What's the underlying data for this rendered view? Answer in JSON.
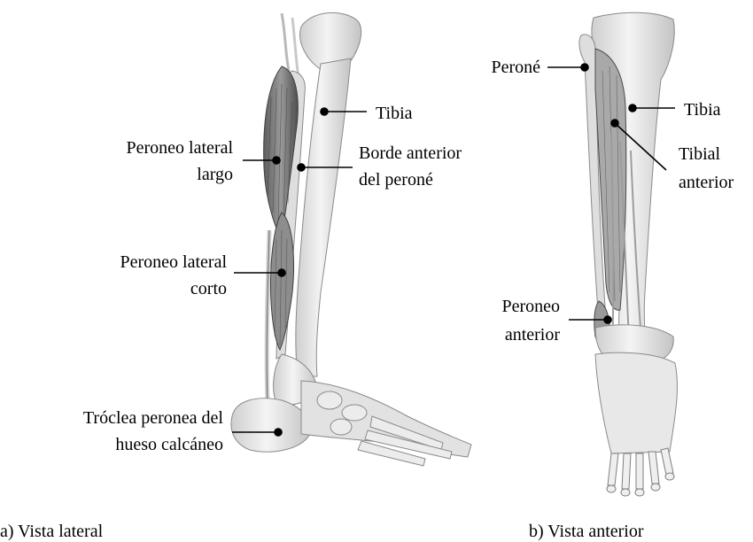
{
  "lateral": {
    "labels": {
      "tibia": "Tibia",
      "peroneo_largo_1": "Peroneo lateral",
      "peroneo_largo_2": "largo",
      "borde_1": "Borde anterior",
      "borde_2": "del peroné",
      "peroneo_corto_1": "Peroneo lateral",
      "peroneo_corto_2": "corto",
      "troclea_1": "Tróclea peronea del",
      "troclea_2": "hueso calcáneo"
    },
    "caption": "a)  Vista lateral"
  },
  "anterior": {
    "labels": {
      "perone": "Peroné",
      "tibia": "Tibia",
      "tibial_1": "Tibial",
      "tibial_2": "anterior",
      "peroneo_ant_1": "Peroneo",
      "peroneo_ant_2": "anterior"
    },
    "caption": "b)  Vista anterior"
  },
  "colors": {
    "bone": "#e9e9e9",
    "bone_edge": "#8a8a8a",
    "muscle": "#bdbdbd",
    "muscle_dark": "#6f6f6f",
    "line": "#000000"
  }
}
